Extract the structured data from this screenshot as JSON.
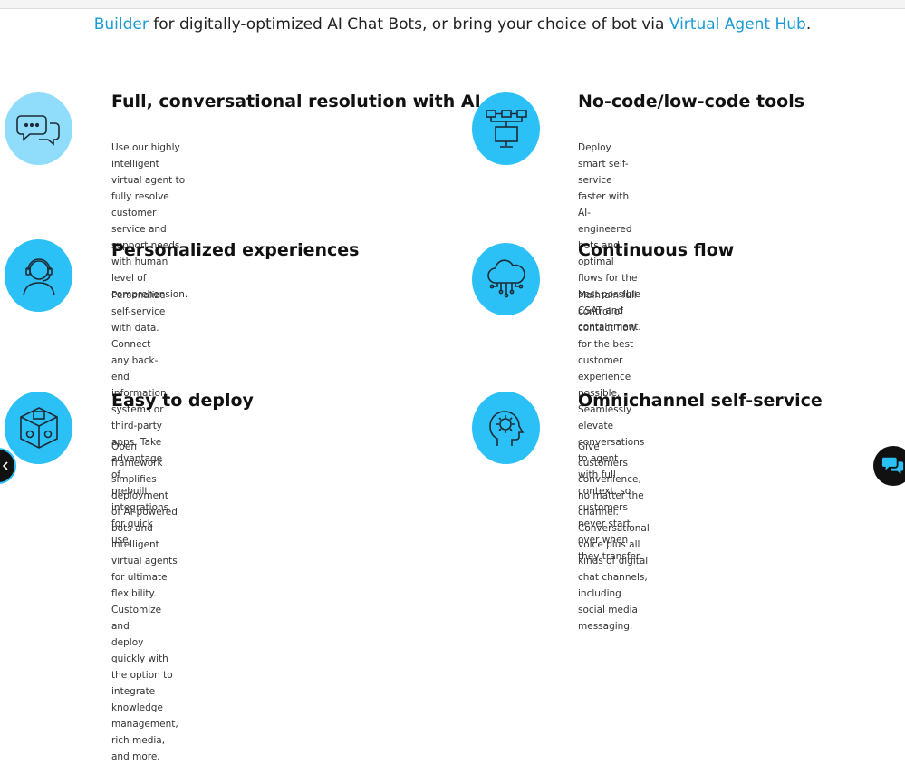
{
  "intro": {
    "link1": "Builder",
    "middle": " for digitally-optimized AI Chat Bots, or bring your choice of bot via ",
    "link2": "Virtual Agent Hub",
    "end": "."
  },
  "features": [
    {
      "title": "Full, conversational resolution with AI",
      "desc": [
        "Use our highly intelligent virtual agent to fully resolve customer",
        "service and support needs with human level of comprehension."
      ],
      "icon": "chat-bubbles-icon"
    },
    {
      "title": "No-code/low-code tools",
      "desc": [
        "Deploy smart self-service faster with AI-engineered bots and",
        "optimal flows for the best possible CSAT and containment."
      ],
      "icon": "flow-monitor-icon"
    },
    {
      "title": "Personalized experiences",
      "desc": [
        "Personalize self-service with data. Connect any back-end",
        "information systems or third-party apps. Take advantage of",
        "prebuilt integrations for quick use."
      ],
      "icon": "headset-agent-icon"
    },
    {
      "title": "Continuous flow",
      "desc": [
        "Maintain full control of contact flow for the best customer",
        "experience possible. Seamlessly elevate conversations to agent",
        "with full context, so customers never start over when they transfer."
      ],
      "icon": "cloud-network-icon"
    },
    {
      "title": "Easy to deploy",
      "desc": [
        "Open framework simplifies deployment of AI-powered bots and",
        "intelligent virtual agents for ultimate flexibility. Customize and",
        "deploy quickly with the option to integrate knowledge",
        "management, rich media, and more."
      ],
      "icon": "cube-deploy-icon"
    },
    {
      "title": "Omnichannel self-service",
      "desc": [
        "Give customers convenience, no matter the channel.",
        "Conversational voice plus all kinds of digital chat channels,",
        "including social media messaging."
      ],
      "icon": "head-gear-icon"
    }
  ],
  "colors": {
    "accent": "#2bc0f6",
    "accent_light": "#8fdcfb",
    "link": "#1a9bd6"
  }
}
